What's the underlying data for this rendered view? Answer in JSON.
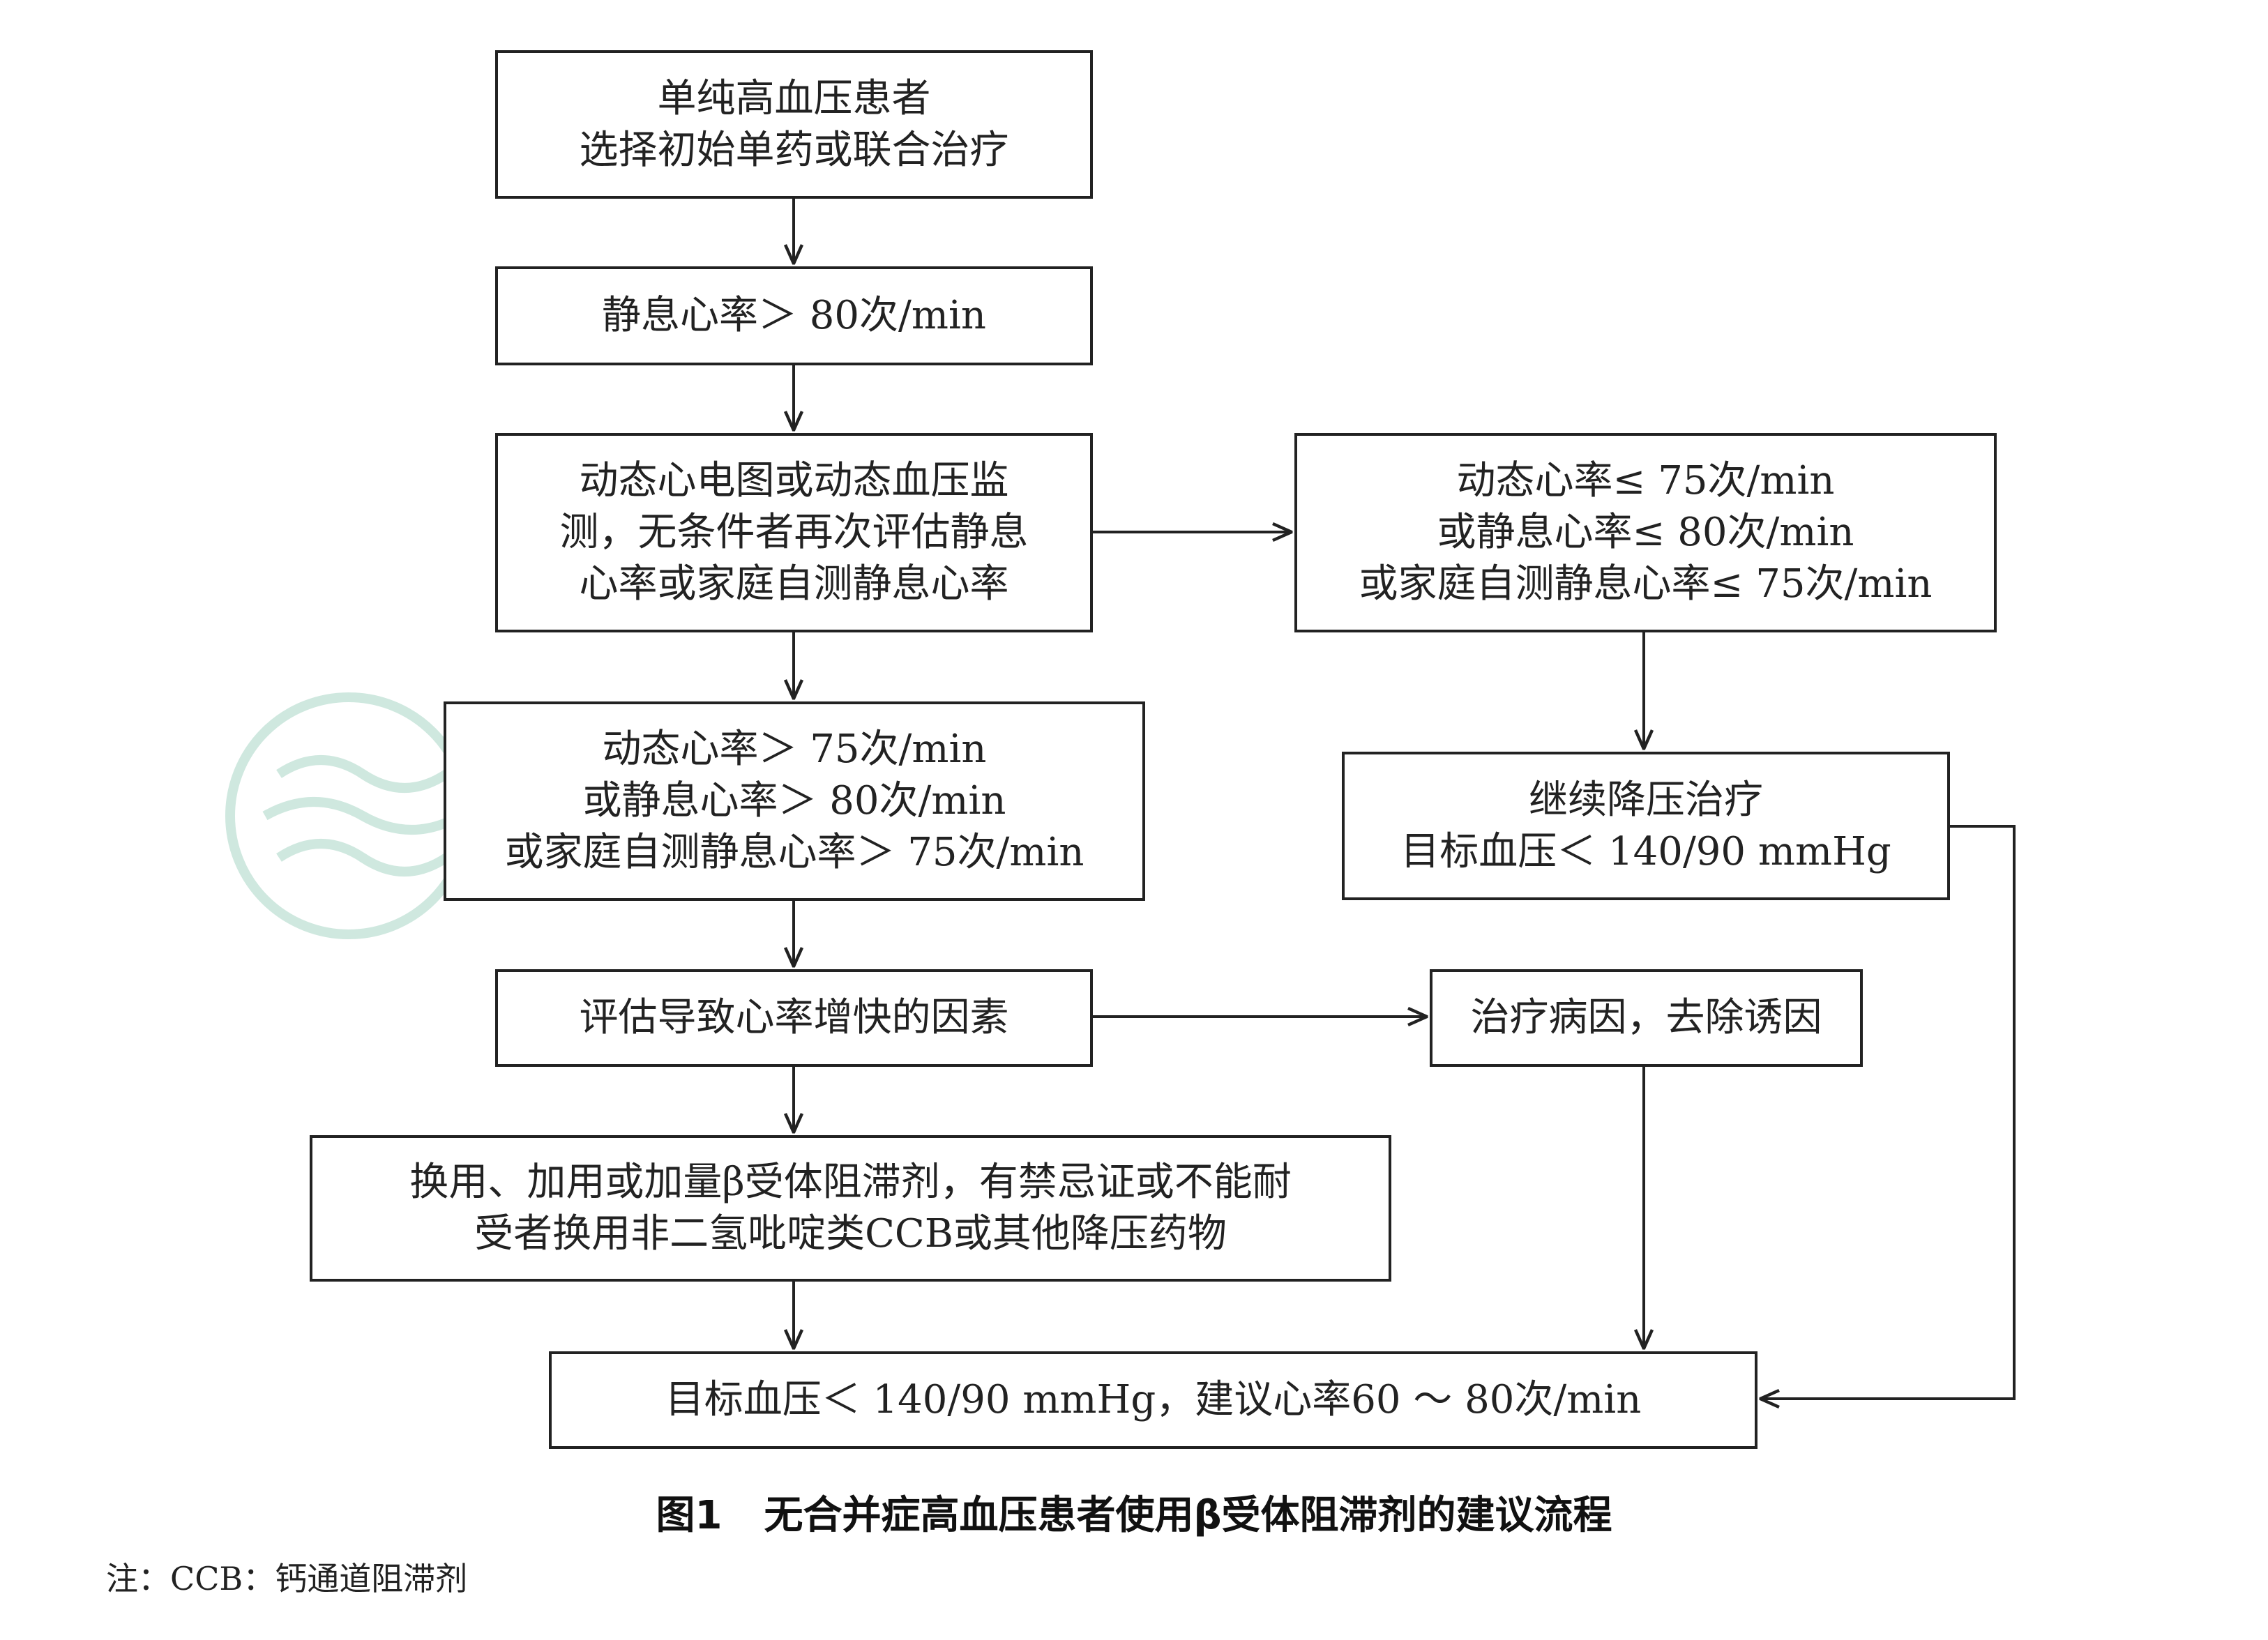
{
  "colors": {
    "line": "#222222",
    "text": "#222222",
    "watermark": "#cfe8df"
  },
  "boxes": {
    "b1": {
      "lines": [
        "单纯高血压患者",
        "选择初始单药或联合治疗"
      ]
    },
    "b2": {
      "lines": [
        "静息心率＞ 80次/min"
      ]
    },
    "b3": {
      "lines": [
        "动态心电图或动态血压监",
        "测，无条件者再次评估静息",
        "心率或家庭自测静息心率"
      ]
    },
    "b4": {
      "lines": [
        "动态心率＞ 75次/min",
        "或静息心率＞ 80次/min",
        "或家庭自测静息心率＞ 75次/min"
      ]
    },
    "b5": {
      "lines": [
        "评估导致心率增快的因素"
      ]
    },
    "b6": {
      "lines": [
        "换用、加用或加量β受体阻滞剂，有禁忌证或不能耐",
        "受者换用非二氢吡啶类CCB或其他降压药物"
      ]
    },
    "b7": {
      "lines": [
        "目标血压＜ 140/90 mmHg，建议心率60 ～ 80次/min"
      ]
    },
    "r1": {
      "lines": [
        "动态心率≤ 75次/min",
        "或静息心率≤ 80次/min",
        "或家庭自测静息心率≤ 75次/min"
      ]
    },
    "r2": {
      "lines": [
        "继续降压治疗",
        "目标血压＜ 140/90 mmHg"
      ]
    },
    "r3": {
      "lines": [
        "治疗病因，去除诱因"
      ]
    }
  },
  "caption": {
    "label": "图1",
    "text": "无合并症高血压患者使用β受体阻滞剂的建议流程"
  },
  "note": "注：CCB：钙通道阻滞剂"
}
